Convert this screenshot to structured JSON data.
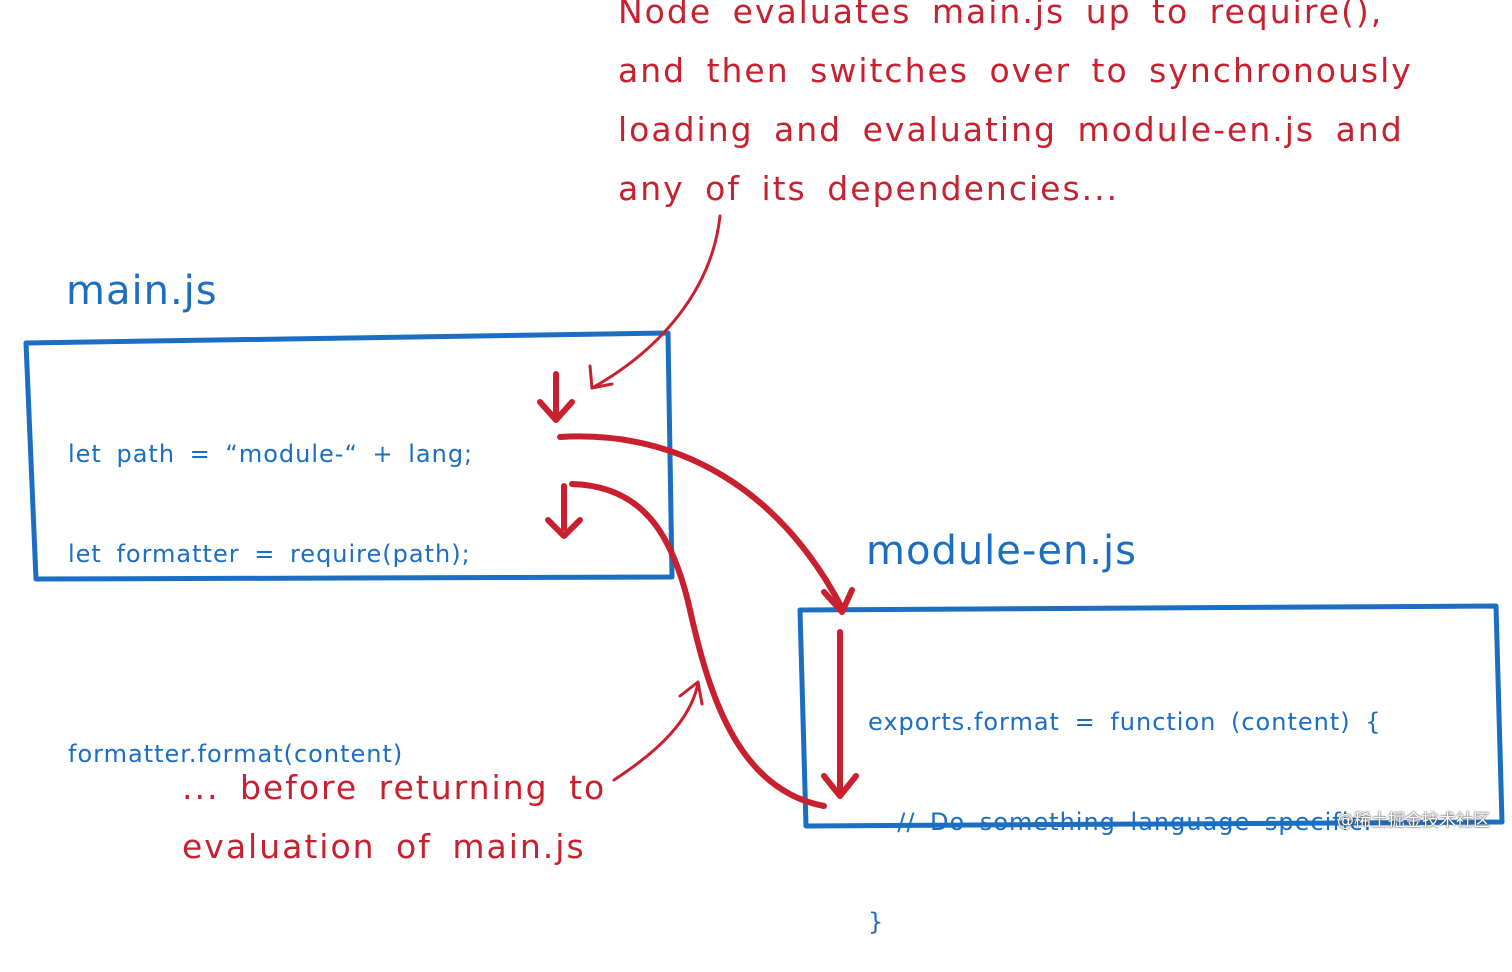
{
  "annotations": {
    "top_lines": [
      "Node evaluates main.js up to require(),",
      "and then switches over to synchronously",
      "loading and evaluating module-en.js and",
      "any of its dependencies..."
    ],
    "bottom_lines": [
      "... before returning to",
      "evaluation of main.js"
    ]
  },
  "main_file": {
    "title": "main.js",
    "lines": [
      "let path = “module-“ + lang;",
      "let formatter = require(path);",
      "formatter.format(content)"
    ]
  },
  "module_file": {
    "title": "module-en.js",
    "lines": [
      "exports.format = function (content) {",
      "  // Do something language specific.",
      "}"
    ]
  },
  "watermark": "@稀土掘金技术社区",
  "colors": {
    "annotation": "#c8202f",
    "code": "#1b6ec2",
    "arrow": "#c8202f",
    "box": "#1b6ec2"
  }
}
